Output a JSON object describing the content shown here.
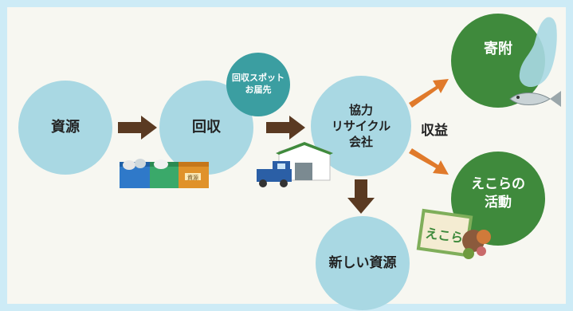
{
  "nodes": {
    "source": "資源",
    "collect": "回収",
    "spot": "回収スポット\nお届先",
    "company": "協力\nリサイクル\n会社",
    "donation": "寄附",
    "ecora": "えこらの\n活動",
    "new_resource": "新しい資源"
  },
  "edge_labels": {
    "profit": "収益"
  },
  "illustration_text": {
    "box_label": "資源",
    "ecora_sign": "えこら"
  },
  "colors": {
    "background": "#cdebf6",
    "panel": "#f7f7f1",
    "node_blue": "#a9d8e3",
    "node_green": "#3f8a3c",
    "spot_teal": "#3b9ea1",
    "arrow_dark": "#5a3a22",
    "arrow_orange": "#e07a2b"
  }
}
